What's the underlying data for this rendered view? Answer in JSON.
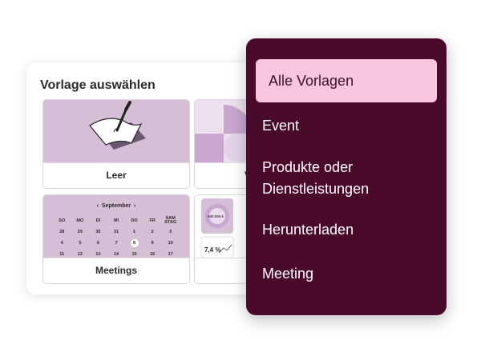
{
  "panel": {
    "title": "Vorlage auswählen",
    "cards": [
      {
        "label": "Leer"
      },
      {
        "label": "V"
      },
      {
        "label": "Meetings"
      },
      {
        "label": ""
      }
    ],
    "calendar": {
      "month": "September",
      "weekdays": [
        "SO",
        "MO",
        "DI",
        "MI",
        "DO",
        "FR",
        "SAM STAG"
      ],
      "weeks": [
        [
          "28",
          "29",
          "30",
          "31",
          "1",
          "2",
          "3"
        ],
        [
          "4",
          "5",
          "6",
          "7",
          "8",
          "9",
          "10"
        ],
        [
          "11",
          "12",
          "13",
          "14",
          "15",
          "16",
          "17"
        ]
      ],
      "selected": "8"
    },
    "dashboard": {
      "amount": "500.000 €",
      "percent": "7,4 %"
    }
  },
  "menu": {
    "items": [
      "Alle Vorlagen",
      "Event",
      "Produkte oder Dienstleistungen",
      "Herunterladen",
      "Meeting"
    ],
    "active_index": 0
  },
  "colors": {
    "menu_bg": "#4a0a2c",
    "active_bg": "#f9c4df",
    "thumb_bg": "#d4bfd6"
  }
}
